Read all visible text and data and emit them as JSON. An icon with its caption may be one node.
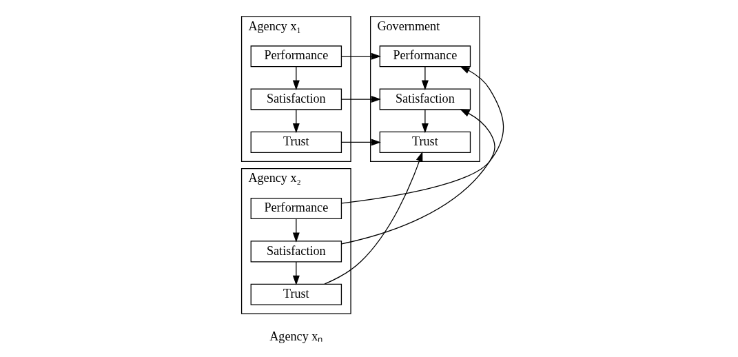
{
  "diagram": {
    "nodes": [
      {
        "text": [
          "Agency x₁"
        ]
      },
      {
        "text": [
          "Performance"
        ],
        "in": 0
      },
      {
        "text": [
          "Satisfaction"
        ],
        "in": 0
      },
      {
        "text": [
          "Trust"
        ],
        "in": 0
      },
      {
        "text": [
          "Agency x₂"
        ]
      },
      {
        "text": [
          "Performance"
        ],
        "in": 4
      },
      {
        "text": [
          "Satisfaction"
        ],
        "in": 4
      },
      {
        "text": [
          "Trust"
        ],
        "in": 4
      },
      {
        "text": [
          "Government"
        ]
      },
      {
        "text": [
          "Performance"
        ],
        "in": 8
      },
      {
        "text": [
          "Satisfaction"
        ],
        "in": 8
      },
      {
        "text": [
          "Trust"
        ],
        "in": 8
      }
    ],
    "edges": [
      {
        "from": 1,
        "to": 2,
        "arrow": "to"
      },
      {
        "from": 2,
        "to": 3,
        "arrow": "to"
      },
      {
        "from": 5,
        "to": 6,
        "arrow": "to"
      },
      {
        "from": 6,
        "to": 7,
        "arrow": "to"
      },
      {
        "from": 9,
        "to": 10,
        "arrow": "to"
      },
      {
        "from": 10,
        "to": 11,
        "arrow": "to"
      },
      {
        "from": 1,
        "to": 9,
        "arrow": "to"
      },
      {
        "from": 2,
        "to": 10,
        "arrow": "to"
      },
      {
        "from": 3,
        "to": 11,
        "arrow": "to"
      },
      {
        "from": 5,
        "to": 9,
        "arrow": "to"
      },
      {
        "from": 6,
        "to": 10,
        "arrow": "to"
      },
      {
        "from": 7,
        "to": 11,
        "arrow": "to"
      }
    ],
    "labels": [
      "Agency xₙ"
    ]
  }
}
